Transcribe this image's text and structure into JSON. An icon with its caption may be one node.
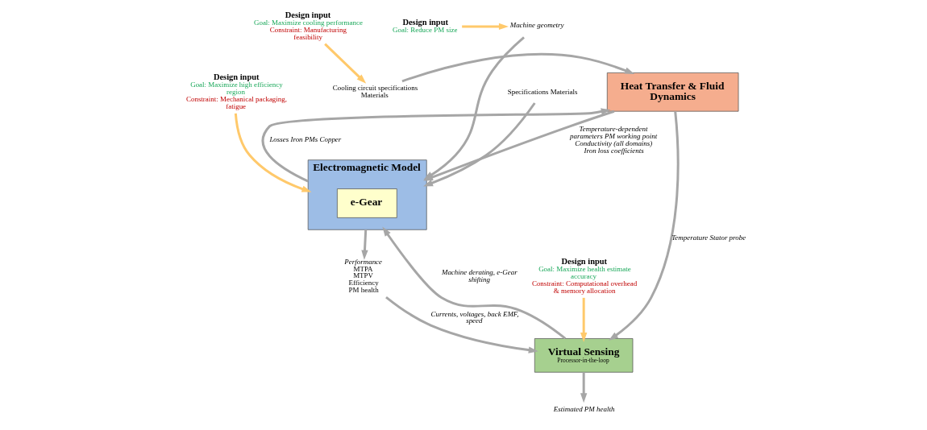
{
  "diagram": {
    "nodes": [
      {
        "text": [
          "Design input",
          "Goal: Reduce PM size"
        ]
      },
      {
        "text": [
          "Machine geometry"
        ]
      },
      {
        "text": [
          "Specifications Materials"
        ]
      },
      {
        "text": [
          "Electromagnetic Model"
        ]
      },
      {
        "text": [
          "e-Gear"
        ],
        "in": 3
      },
      {
        "text": [
          "Heat Transfer & Fluid Dynamics"
        ]
      },
      {
        "text": [
          "Design input",
          "Goal: Maximize cooling performance",
          "Constraint: Manufacturing feasibility"
        ]
      },
      {
        "text": [
          "Cooling circuit specifications Materials"
        ]
      },
      {
        "text": [
          "Design input",
          "Goal: Maximize high efficiency region",
          "Constraint: Mechanical packaging, fatigue"
        ]
      },
      {
        "text": [
          "Performance",
          "MTPA",
          "MTPV",
          "Efficiency",
          "PM health"
        ]
      },
      {
        "text": [
          "Design input",
          "Goal: Maximize health estimate accuracy",
          "Constraint: Computational overhead & memory allocation"
        ]
      },
      {
        "text": [
          "Virtual Sensing",
          "Processor-in-the-loop"
        ]
      },
      {
        "text": [
          "Estimated PM health"
        ]
      }
    ],
    "edges": [
      {
        "from": 0,
        "to": 1,
        "arrow": "to",
        "color": "#ffc96b"
      },
      {
        "from": 1,
        "to": 3,
        "arrow": "to"
      },
      {
        "from": 2,
        "to": 3,
        "arrow": "to"
      },
      {
        "from": 3,
        "to": 5,
        "arrow": "to",
        "label": "Losses Iron PMs Copper"
      },
      {
        "from": 7,
        "to": 5,
        "arrow": "to"
      },
      {
        "from": 6,
        "to": 7,
        "arrow": "to",
        "color": "#ffc96b"
      },
      {
        "from": 8,
        "to": 3,
        "arrow": "to",
        "color": "#ffc96b"
      },
      {
        "from": 3,
        "to": 9,
        "arrow": "to"
      },
      {
        "from": 5,
        "to": 3,
        "arrow": "to",
        "label": "Temperature-dependent parameters PM working point Conductivity (all domains) Iron loss coefficients"
      },
      {
        "from": 5,
        "to": 11,
        "arrow": "to",
        "label": "Temperature Stator probe"
      },
      {
        "from": 9,
        "to": 11,
        "arrow": "to",
        "label": "Currents, voltages, back EMF, speed"
      },
      {
        "from": 11,
        "to": 3,
        "arrow": "to",
        "label": "Machine derating, e-Gear shifting"
      },
      {
        "from": 10,
        "to": 11,
        "arrow": "to",
        "color": "#ffc96b"
      },
      {
        "from": 11,
        "to": 12,
        "arrow": "to"
      }
    ]
  }
}
